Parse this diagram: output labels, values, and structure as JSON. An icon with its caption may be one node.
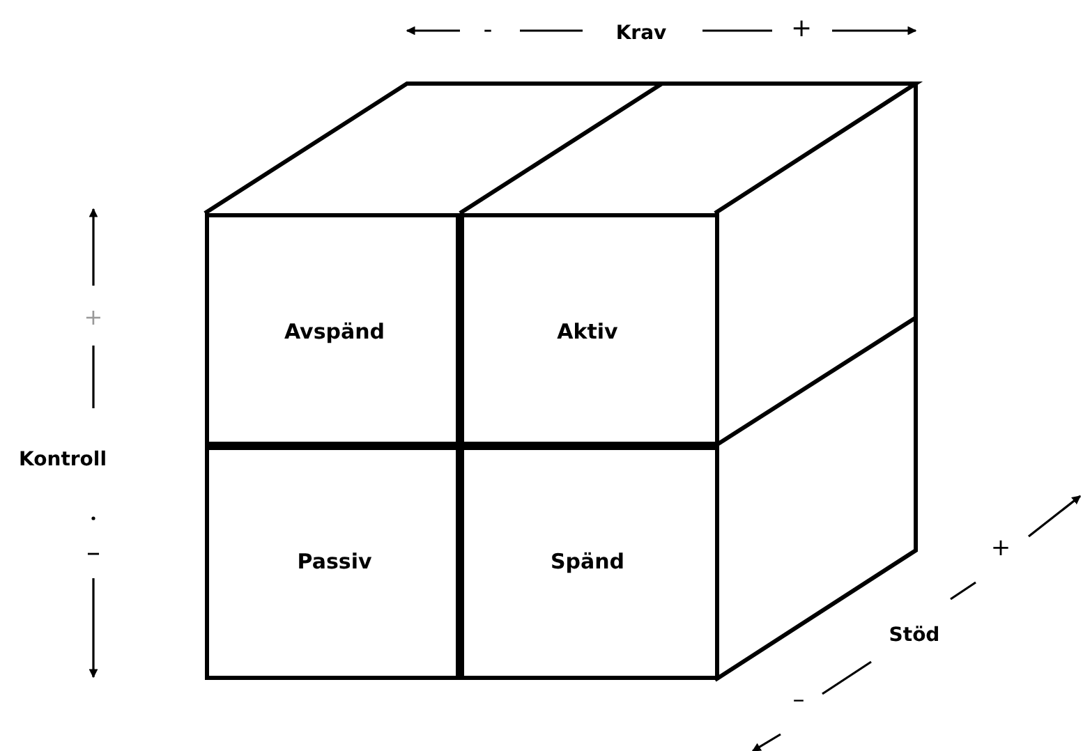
{
  "diagram": {
    "nodes": [
      {
        "text": [
          "Avspänd"
        ]
      },
      {
        "text": [
          "Aktiv"
        ]
      },
      {
        "text": [
          "Passiv"
        ]
      },
      {
        "text": [
          "Spänd"
        ]
      }
    ],
    "labels": [
      "-",
      "Krav",
      "+",
      "+",
      "Kontroll",
      "–",
      "+",
      "Stöd",
      "–"
    ]
  }
}
